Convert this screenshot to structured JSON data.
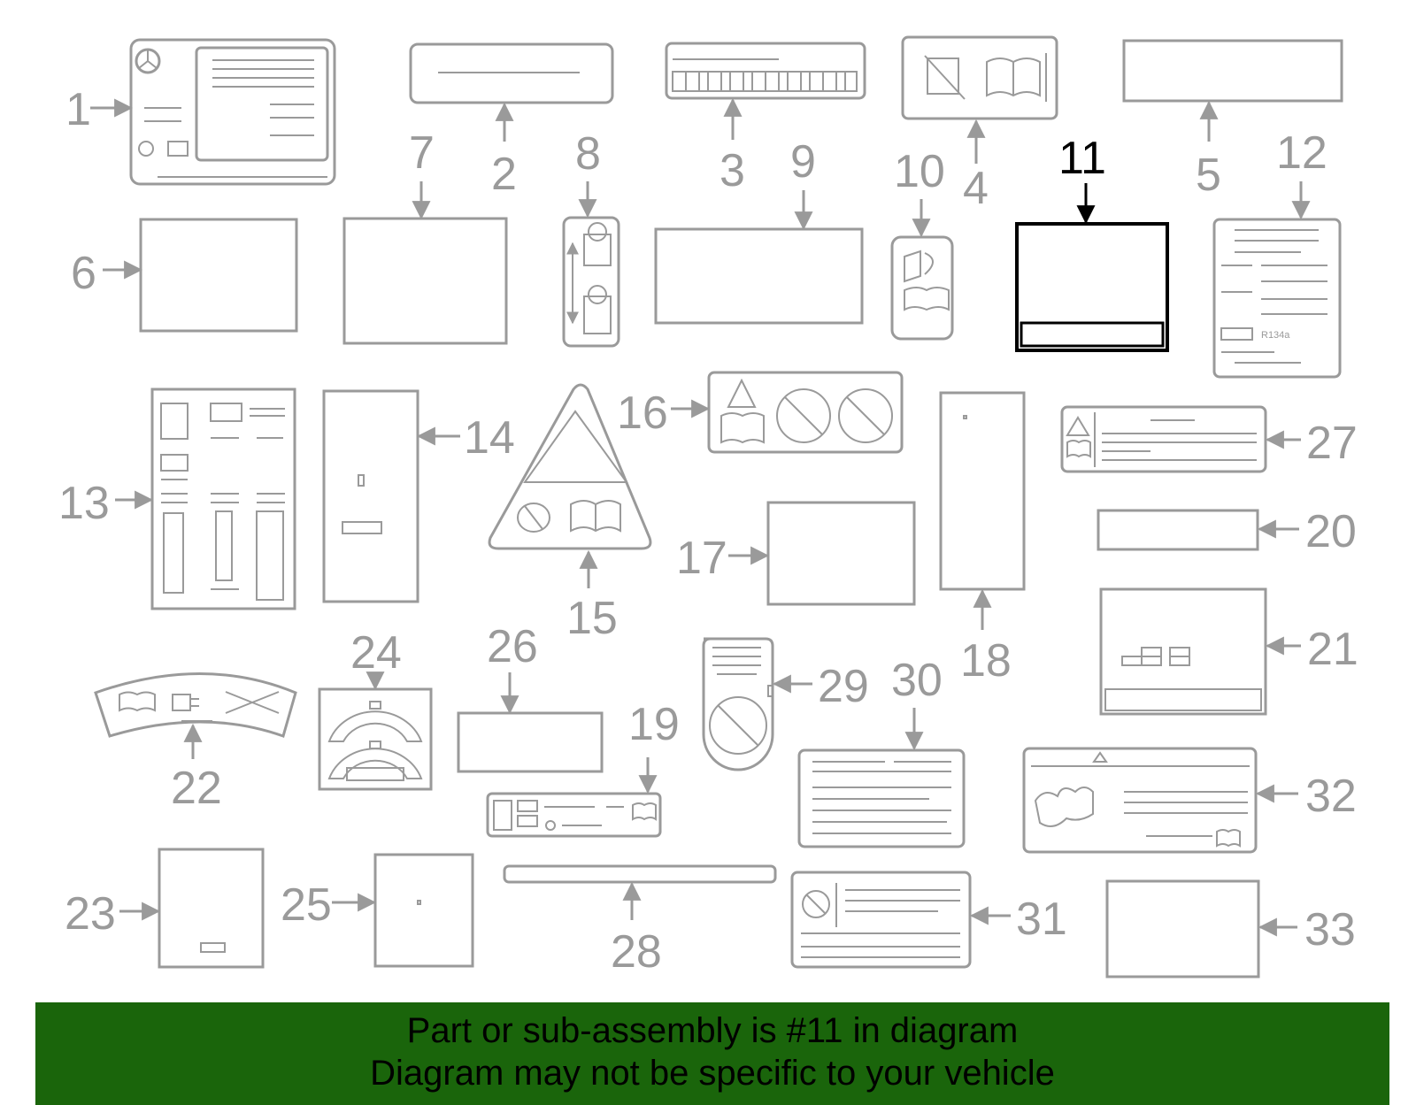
{
  "colors": {
    "line": "#9a9a9a",
    "highlight": "#000000",
    "banner_bg": "#1a650b",
    "banner_text": "#000000"
  },
  "callouts": {
    "c1": "1",
    "c2": "2",
    "c3": "3",
    "c4": "4",
    "c5": "5",
    "c6": "6",
    "c7": "7",
    "c8": "8",
    "c9": "9",
    "c10": "10",
    "c11": "11",
    "c12": "12",
    "c13": "13",
    "c14": "14",
    "c15": "15",
    "c16": "16",
    "c17": "17",
    "c18": "18",
    "c19": "19",
    "c20": "20",
    "c21": "21",
    "c22": "22",
    "c23": "23",
    "c24": "24",
    "c25": "25",
    "c26": "26",
    "c27": "27",
    "c28": "28",
    "c29": "29",
    "c30": "30",
    "c31": "31",
    "c32": "32",
    "c33": "33"
  },
  "label_texts": {
    "refrigerant": "R134a"
  },
  "highlighted_part": "11",
  "banner": {
    "line1": "Part or sub-assembly is #11 in diagram",
    "line2": "Diagram may not be specific to your vehicle"
  }
}
